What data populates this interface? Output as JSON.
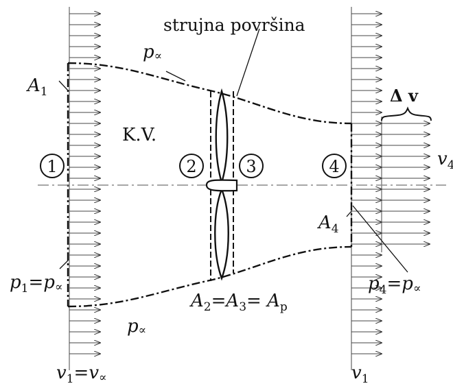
{
  "labels": {
    "stream_surface": "strujna površina",
    "control_volume": "K.V.",
    "p_inf": "p",
    "inf_sym": "∝",
    "A": "A",
    "p": "p",
    "v": "v",
    "delta_v": "Δ v",
    "eq": "=",
    "sub_1": "1",
    "sub_2": "2",
    "sub_3": "3",
    "sub_4": "4",
    "sub_p": "p",
    "section_1": "1",
    "section_2": "2",
    "section_3": "3",
    "section_4": "4"
  }
}
